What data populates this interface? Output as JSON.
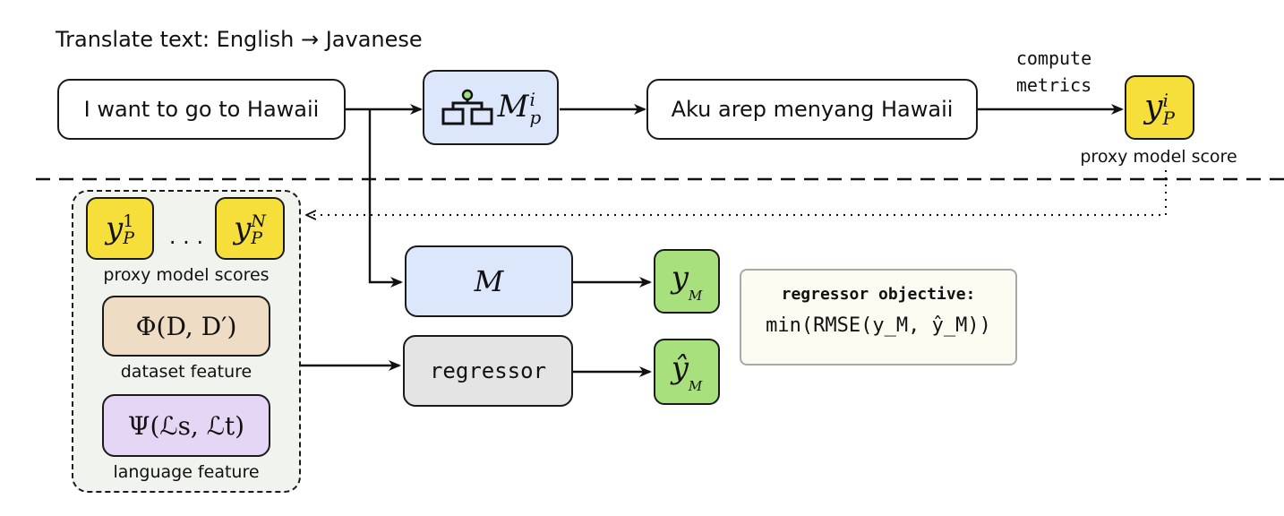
{
  "header": {
    "task_title": "Translate text: English → Javanese"
  },
  "top_row": {
    "source_sentence": "I want to go to Hawaii",
    "proxy_model": {
      "symbol": "M",
      "superscript": "i",
      "subscript": "p",
      "icon": "network-icon"
    },
    "translated_sentence": "Aku arep menyang Hawaii",
    "metric_label_line1": "compute",
    "metric_label_line2": "metrics",
    "proxy_score": {
      "symbol": "y",
      "superscript": "i",
      "subscript": "P"
    },
    "proxy_score_caption": "proxy model score"
  },
  "feature_panel": {
    "score_first": {
      "symbol": "y",
      "superscript": "1",
      "subscript": "P"
    },
    "ellipsis": ". . .",
    "score_last": {
      "symbol": "y",
      "superscript": "N",
      "subscript": "P"
    },
    "scores_caption": "proxy model scores",
    "dataset_feature": "Φ(D, D′)",
    "dataset_caption": "dataset feature",
    "language_feature": "Ψ(ℒs, ℒt)",
    "language_caption": "language feature"
  },
  "bottom_row": {
    "target_model": "M",
    "target_score": {
      "symbol": "y",
      "subscript": "M"
    },
    "regressor_label": "regressor",
    "predicted_score": {
      "symbol": "ŷ",
      "subscript": "M"
    },
    "objective_title": "regressor objective:",
    "objective_formula": "min(RMSE(y_M, ŷ_M))"
  },
  "colors": {
    "score_yellow": "#f6df3a",
    "score_green": "#a8e07e",
    "model_blue": "#dde7fb",
    "regressor_grey": "#e4e4e4",
    "dataset_tan": "#efdcc5",
    "language_purple": "#e5d6f6",
    "panel_bg": "#f1f3ef",
    "objective_bg": "#fbfbf1"
  }
}
